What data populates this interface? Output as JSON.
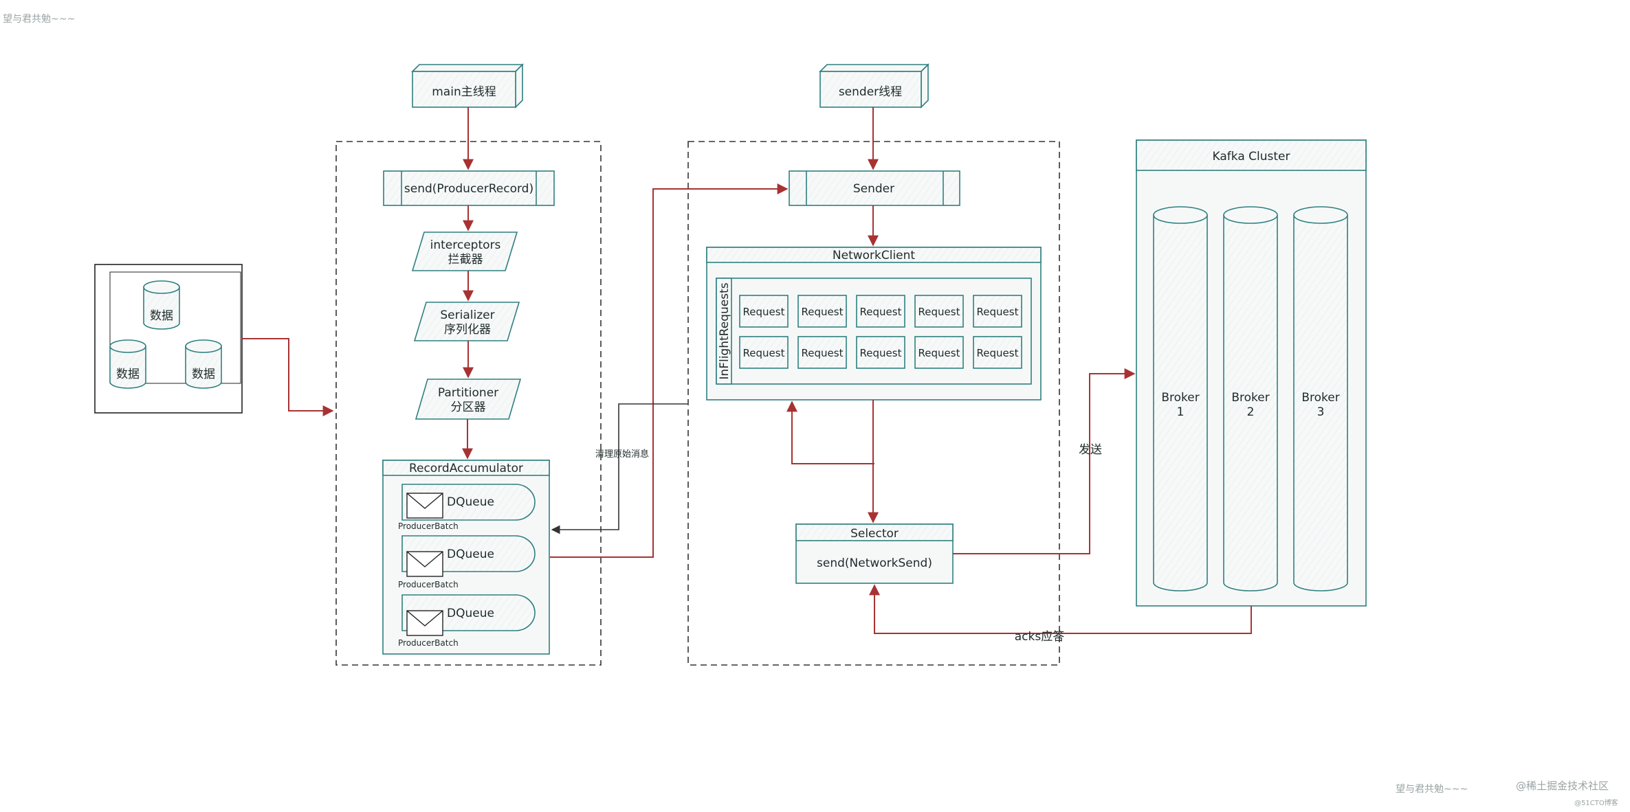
{
  "watermark_top": "望与君共勉~~~",
  "watermark_bottom_left": "望与君共勉~~~",
  "watermark_bottom_right": "@稀土掘金技术社区",
  "watermark_bottom_right_small": "@51CTO博客",
  "data_store": {
    "items": [
      "数据",
      "数据",
      "数据"
    ]
  },
  "main_thread": {
    "label": "main主线程"
  },
  "sender_thread": {
    "label": "sender线程"
  },
  "producer": {
    "send": "send(ProducerRecord)",
    "interceptors": [
      "interceptors",
      "拦截器"
    ],
    "serializer": [
      "Serializer",
      "序列化器"
    ],
    "partitioner": [
      "Partitioner",
      "分区器"
    ],
    "accumulator": {
      "title": "RecordAccumulator",
      "queues": [
        {
          "label": "DQueue",
          "batch": "ProducerBatch"
        },
        {
          "label": "DQueue",
          "batch": "ProducerBatch"
        },
        {
          "label": "DQueue",
          "batch": "ProducerBatch"
        }
      ]
    }
  },
  "sender": {
    "label": "Sender",
    "network_client": {
      "title": "NetworkClient",
      "inflight_label": "InFlightRequests",
      "requests": [
        "Request",
        "Request",
        "Request",
        "Request",
        "Request",
        "Request",
        "Request",
        "Request",
        "Request",
        "Request"
      ]
    },
    "selector": {
      "title": "Selector",
      "send": "send(NetworkSend)"
    }
  },
  "cluster": {
    "title": "Kafka Cluster",
    "brokers": [
      {
        "name": "Broker",
        "id": "1"
      },
      {
        "name": "Broker",
        "id": "2"
      },
      {
        "name": "Broker",
        "id": "3"
      }
    ]
  },
  "edge_labels": {
    "clean": "清理原始消息",
    "send": "发送",
    "acks": "acks应答"
  },
  "colors": {
    "accent": "#2f7f7f",
    "arrow": "#a83232",
    "line": "#333333"
  }
}
